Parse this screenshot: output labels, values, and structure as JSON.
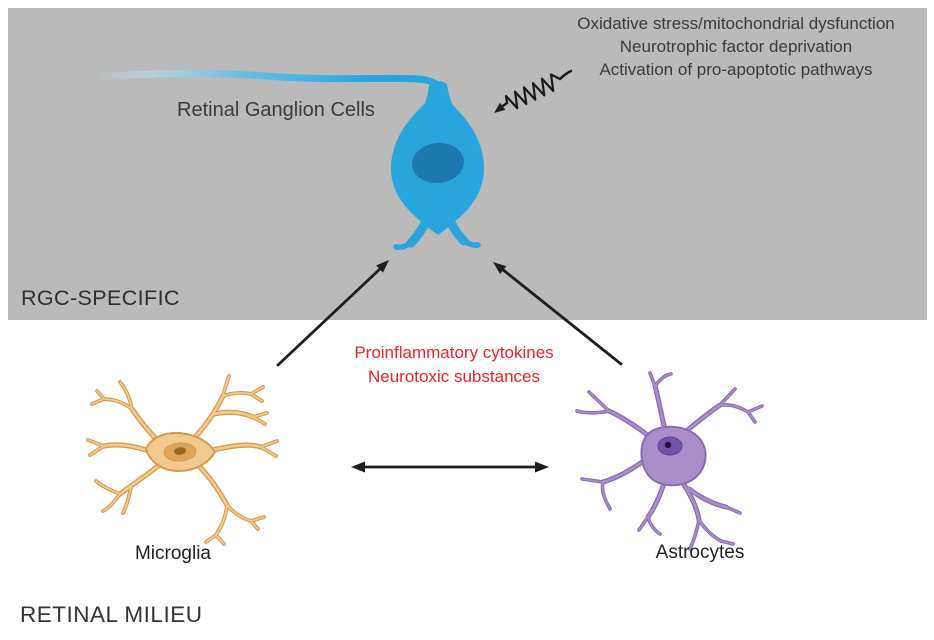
{
  "rgc_compartment": {
    "label": "RGC-SPECIFIC",
    "neuron_label": "Retinal Ganglion Cells",
    "stressors": [
      "Oxidative stress/mitochondrial dysfunction",
      "Neurotrophic factor deprivation",
      "Activation of pro-apoptotic pathways"
    ]
  },
  "retinal_milieu": {
    "label": "RETINAL MILIEU",
    "mediators": [
      "Proinflammatory cytokines",
      "Neurotoxic substances"
    ],
    "glial_cells": [
      {
        "name": "Microglia"
      },
      {
        "name": "Astrocytes"
      }
    ]
  },
  "colors": {
    "compartment_bg": "#b9bab9",
    "rgc_body": "#29a5de",
    "rgc_nucleus": "#1d78ad",
    "mediator_text": "#e8242b",
    "microglia_fill": "#f0ca90",
    "microglia_outline": "#d8994a",
    "microglia_nucleus": "#e1a356",
    "astrocyte_fill": "#a98fc8",
    "astrocyte_outline": "#8a6ab2",
    "astrocyte_nucleus": "#7452a8",
    "arrow": "#1e1e1e",
    "label_text": "#3a3a3a"
  }
}
